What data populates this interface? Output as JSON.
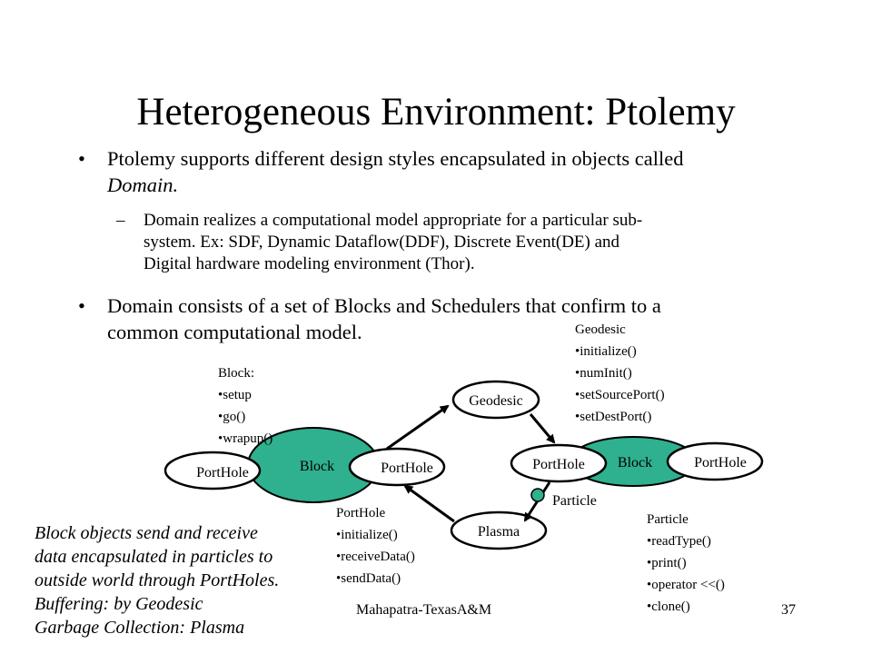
{
  "title": "Heterogeneous Environment: Ptolemy",
  "bullets": {
    "b1": {
      "line1": "Ptolemy supports different design styles encapsulated in objects called",
      "line2": "Domain."
    },
    "sub1": {
      "dash": "–",
      "line1": "Domain realizes a computational model appropriate for a particular sub-",
      "line2": "system. Ex: SDF, Dynamic Dataflow(DDF), Discrete Event(DE) and",
      "line3": "Digital hardware modeling environment (Thor)."
    },
    "b2": {
      "line1": "Domain consists of a set of Blocks and Schedulers that confirm to a",
      "line2": "common computational model."
    },
    "bullet_char": "•"
  },
  "block_methods": {
    "heading": "Block:",
    "items": [
      "setup",
      "go()",
      "wrapup()"
    ]
  },
  "geodesic_methods": {
    "heading": "Geodesic",
    "items": [
      "initialize()",
      "numInit()",
      "setSourcePort()",
      "setDestPort()"
    ]
  },
  "porthole_methods": {
    "heading": "PortHole",
    "items": [
      "initialize()",
      "receiveData()",
      "sendData()"
    ]
  },
  "particle_methods": {
    "heading": "Particle",
    "items": [
      "readType()",
      "print()",
      "operator <<()",
      "clone()"
    ]
  },
  "diagram": {
    "left_porthole": "PortHole",
    "left_block": "Block",
    "middle_porthole": "PortHole",
    "geodesic": "Geodesic",
    "plasma": "Plasma",
    "right_porthole_left": "PortHole",
    "right_block": "Block",
    "right_porthole_right": "PortHole",
    "particle": "Particle"
  },
  "caption": {
    "line1": "Block objects send and receive",
    "line2": "data encapsulated in particles to",
    "line3": "outside world through PortHoles.",
    "line4": "Buffering: by Geodesic",
    "line5": "Garbage Collection: Plasma"
  },
  "footer": "Mahapatra-TexasA&M",
  "page_number": "37",
  "colors": {
    "block_fill": "#2fb08e",
    "particle_fill": "#2fb08e",
    "stroke": "#000000"
  }
}
